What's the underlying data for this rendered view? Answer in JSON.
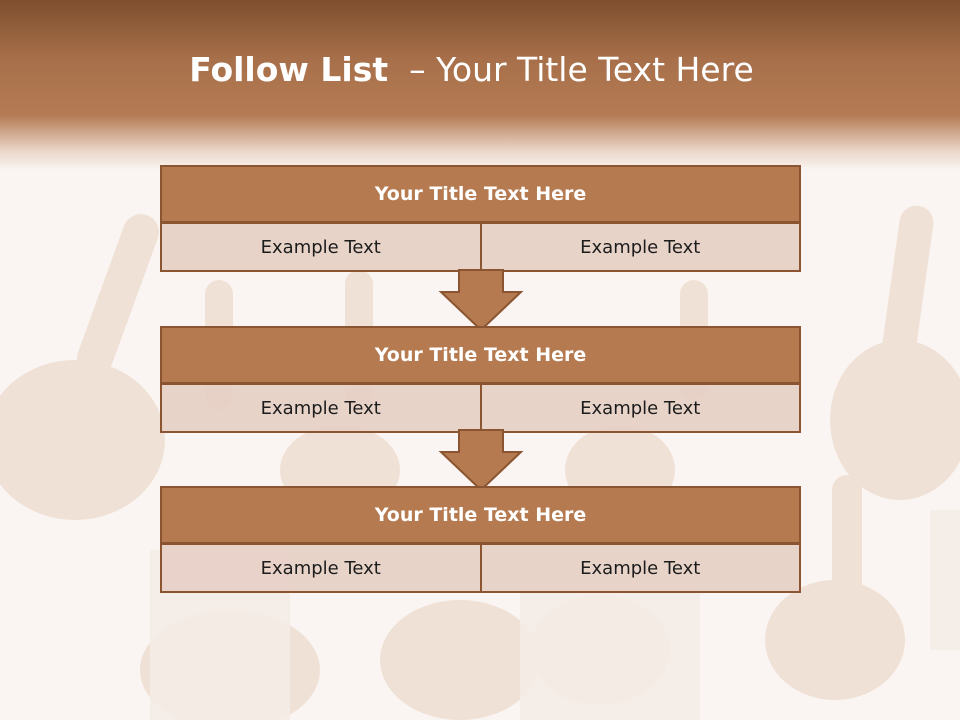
{
  "header": {
    "title_bold": "Follow List",
    "title_rest": "– Your Title Text Here"
  },
  "colors": {
    "header_brown": "#a8704a",
    "step_fill": "#b57a50",
    "step_border": "#8a5530",
    "cell_fill": "#e6cfc6"
  },
  "background": {
    "image": "raised-index-fingers-photo"
  },
  "steps": [
    {
      "title": "Your Title Text Here",
      "cells": [
        "Example Text",
        "Example Text"
      ]
    },
    {
      "title": "Your Title Text Here",
      "cells": [
        "Example Text",
        "Example Text"
      ]
    },
    {
      "title": "Your Title Text Here",
      "cells": [
        "Example Text",
        "Example Text"
      ]
    }
  ],
  "connectors": {
    "icon": "down-arrow-icon"
  }
}
